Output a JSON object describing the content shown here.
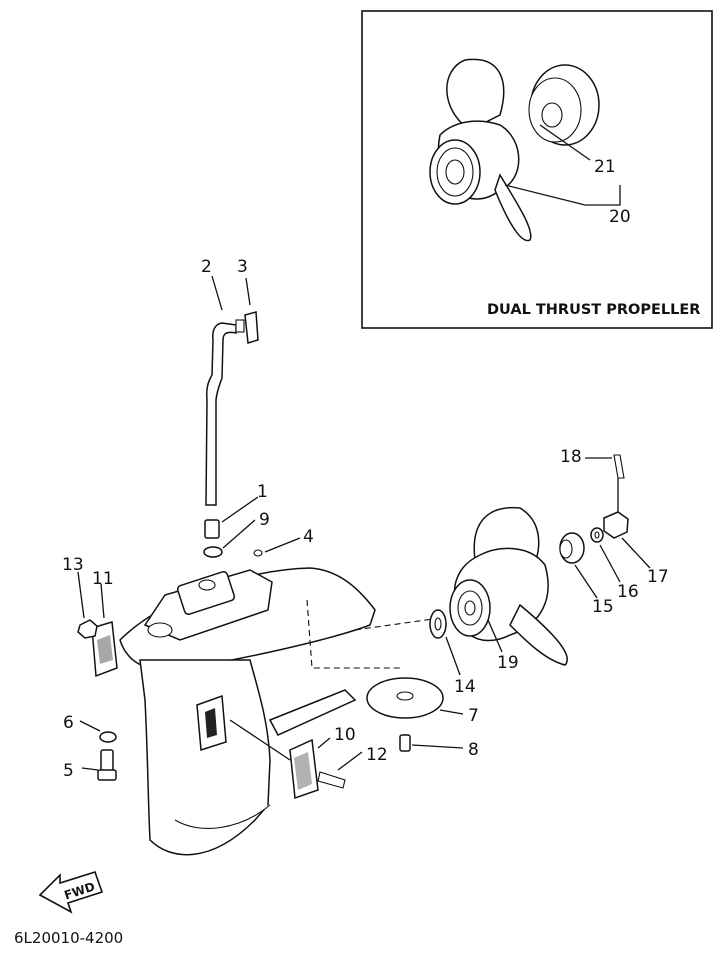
{
  "inset": {
    "title": "DUAL THRUST PROPELLER",
    "callouts": [
      "21",
      "20"
    ]
  },
  "callouts": [
    "1",
    "2",
    "3",
    "4",
    "5",
    "6",
    "7",
    "8",
    "9",
    "10",
    "11",
    "12",
    "13",
    "14",
    "15",
    "16",
    "17",
    "18",
    "19"
  ],
  "fwd_arrow_label": "FWD",
  "diagram_code": "6L20010-4200"
}
